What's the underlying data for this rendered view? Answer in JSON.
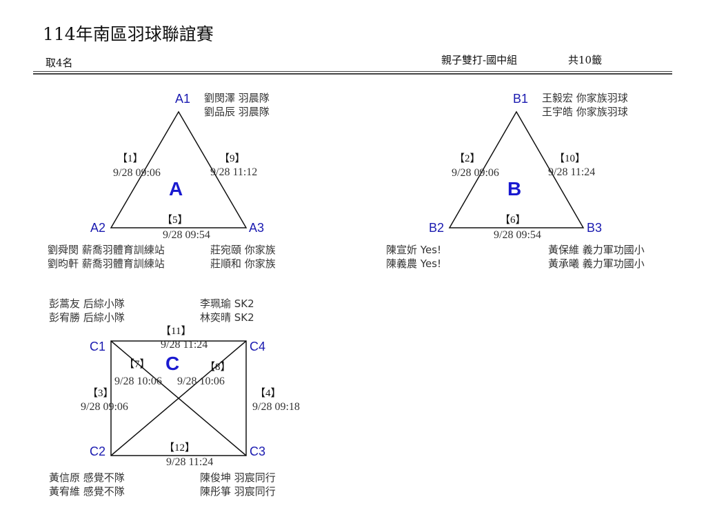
{
  "header": {
    "title": "114年南區羽球聯誼賽",
    "qualify": "取4名",
    "category": "親子雙打-國中組",
    "draws": "共10籤"
  },
  "groups": {
    "A": {
      "label": "A",
      "nodes": [
        "A1",
        "A2",
        "A3"
      ],
      "players": {
        "A1": [
          "劉閔澤  羽晨隊",
          "劉品辰  羽晨隊"
        ],
        "A2": [
          "劉舜閔  薪喬羽體育訓練站",
          "劉昀軒  薪喬羽體育訓練站"
        ],
        "A3": [
          "莊宛頤  你家族",
          "莊順和  你家族"
        ]
      },
      "matches": [
        {
          "no": "【1】",
          "time": "9/28 09:06"
        },
        {
          "no": "【9】",
          "time": "9/28 11:12"
        },
        {
          "no": "【5】",
          "time": "9/28 09:54"
        }
      ]
    },
    "B": {
      "label": "B",
      "nodes": [
        "B1",
        "B2",
        "B3"
      ],
      "players": {
        "B1": [
          "王毅宏  你家族羽球",
          "王宇皓  你家族羽球"
        ],
        "B2": [
          "陳宣妡 Yes!",
          "陳義農 Yes!"
        ],
        "B3": [
          "黃保維  義力軍功國小",
          "黃承曦  義力軍功國小"
        ]
      },
      "matches": [
        {
          "no": "【2】",
          "time": "9/28 09:06"
        },
        {
          "no": "【10】",
          "time": "9/28 11:24"
        },
        {
          "no": "【6】",
          "time": "9/28 09:54"
        }
      ]
    },
    "C": {
      "label": "C",
      "nodes": [
        "C1",
        "C2",
        "C3",
        "C4"
      ],
      "players": {
        "C1": [
          "彭蒿友  后綜小隊",
          "彭宥勝  后綜小隊"
        ],
        "C4": [
          "李珮瑜  SK2",
          "林奕晴  SK2"
        ],
        "C2": [
          "黃信原  感覺不隊",
          "黃宥維  感覺不隊"
        ],
        "C3": [
          "陳俊坤  羽宸同行",
          "陳彤箏  羽宸同行"
        ]
      },
      "matches": [
        {
          "no": "【11】",
          "time": "9/28 11:24"
        },
        {
          "no": "【7】",
          "time": "9/28 10:06"
        },
        {
          "no": "【8】",
          "time": "9/28 10:06"
        },
        {
          "no": "【3】",
          "time": "9/28 09:06"
        },
        {
          "no": "【4】",
          "time": "9/28 09:18"
        },
        {
          "no": "【12】",
          "time": "9/28 11:24"
        }
      ]
    }
  }
}
